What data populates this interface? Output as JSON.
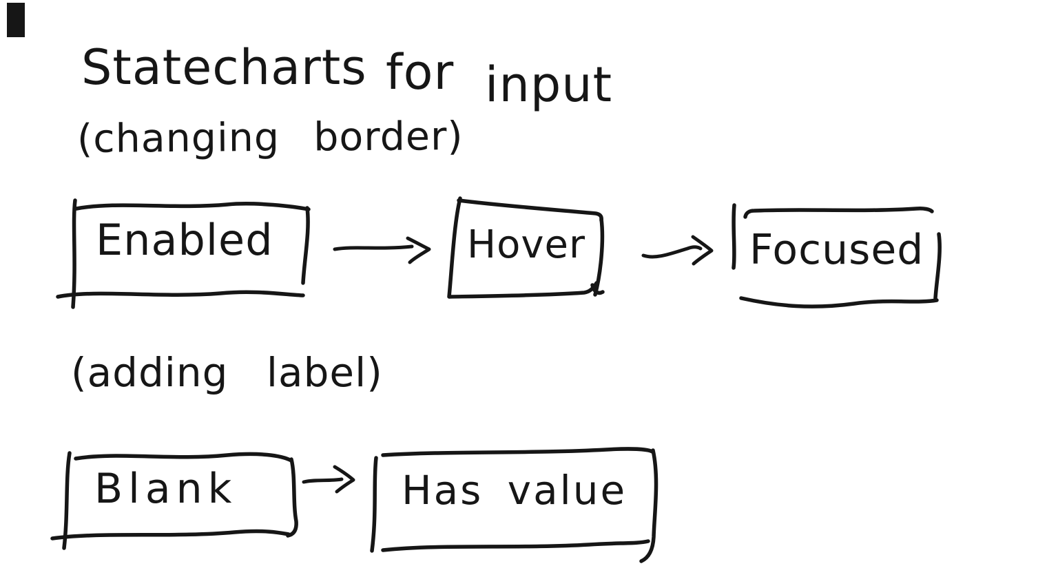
{
  "page": {
    "background": "#ffffff",
    "ink_color": "#161616",
    "cursor_mark": "solid-black-rectangle"
  },
  "title": {
    "words": [
      "Statecharts",
      "for",
      "input"
    ]
  },
  "subtitle": {
    "text": "(changing border)"
  },
  "border_statechart": {
    "states": [
      {
        "label": "Enabled"
      },
      {
        "label": "Hover"
      },
      {
        "label": "Focused"
      }
    ],
    "transitions": [
      {
        "from": "Enabled",
        "to": "Hover"
      },
      {
        "from": "Hover",
        "to": "Focused"
      }
    ]
  },
  "label_section": {
    "caption": "(adding label)"
  },
  "label_statechart": {
    "states": [
      {
        "label": "Blank"
      },
      {
        "label": "Has value"
      }
    ],
    "transitions": [
      {
        "from": "Blank",
        "to": "Has value"
      }
    ]
  }
}
